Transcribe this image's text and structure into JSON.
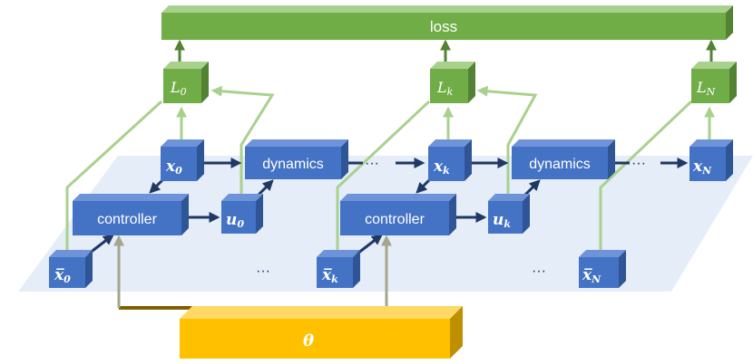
{
  "loss_label": "loss",
  "theta_label": "θ",
  "dynamics_label": "dynamics",
  "controller_label": "controller",
  "ellipsis": "···",
  "L0": {
    "base": "L",
    "sub": "0"
  },
  "Lk": {
    "base": "L",
    "sub": "k"
  },
  "LN": {
    "base": "L",
    "sub": "N"
  },
  "x0": {
    "base": "x",
    "sub": "0"
  },
  "xk": {
    "base": "x",
    "sub": "k"
  },
  "xN": {
    "base": "x",
    "sub": "N"
  },
  "u0": {
    "base": "u",
    "sub": "0"
  },
  "uk": {
    "base": "u",
    "sub": "k"
  },
  "xbar0": {
    "base": "x̅",
    "sub": "0"
  },
  "xbark": {
    "base": "x̅",
    "sub": "k"
  },
  "xbarN": {
    "base": "x̅",
    "sub": "N"
  },
  "colors": {
    "blue_front": "#4472c4",
    "blue_top": "#6f93d8",
    "blue_side": "#2f5597",
    "green_front": "#70ad47",
    "green_top": "#a9d18e",
    "green_side": "#548235",
    "gold_front": "#ffc000",
    "gold_top": "#ffd966",
    "gold_side": "#bf8f00",
    "plane": "#dbe7f5",
    "arrow_blue": "#1f3864",
    "arrow_green_light": "#a9d18e",
    "arrow_green_dark": "#548235",
    "theta_line": "#7f6000",
    "theta_arrow": "#a5a58d"
  }
}
